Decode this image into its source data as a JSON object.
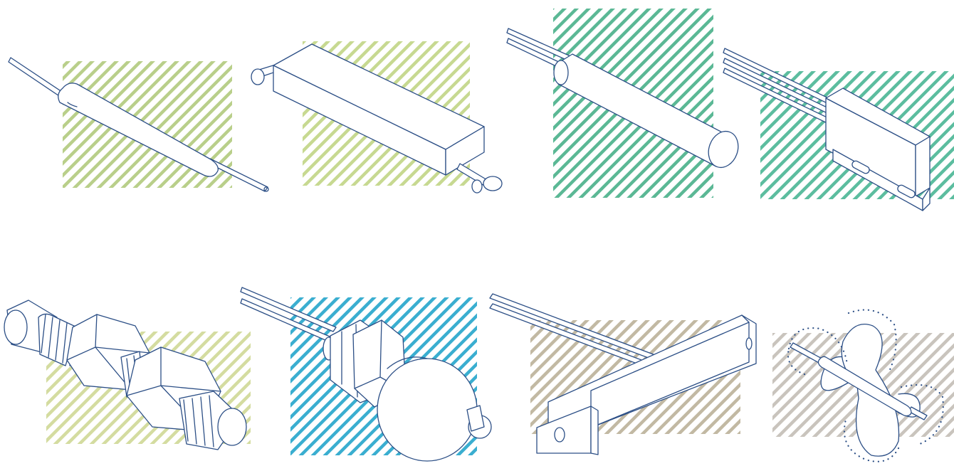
{
  "illustration": {
    "items": [
      {
        "id": "glass-reed-switch",
        "hatch_color": "#b9cf8a"
      },
      {
        "id": "rectangular-reed-sensor",
        "hatch_color": "#c7d991"
      },
      {
        "id": "cylindrical-reed-sensor",
        "hatch_color": "#5bb895"
      },
      {
        "id": "flange-reed-sensor",
        "hatch_color": "#5cbd9f"
      },
      {
        "id": "threaded-reed-sensor",
        "hatch_color": "#d4dca0"
      },
      {
        "id": "float-reed-sensor",
        "hatch_color": "#3aaed0"
      },
      {
        "id": "bracket-reed-sensor",
        "hatch_color": "#c2b9a3"
      },
      {
        "id": "reed-switch-field-diagram",
        "hatch_color": "#c9c4bd"
      }
    ],
    "line_color": "#2c4f86"
  }
}
